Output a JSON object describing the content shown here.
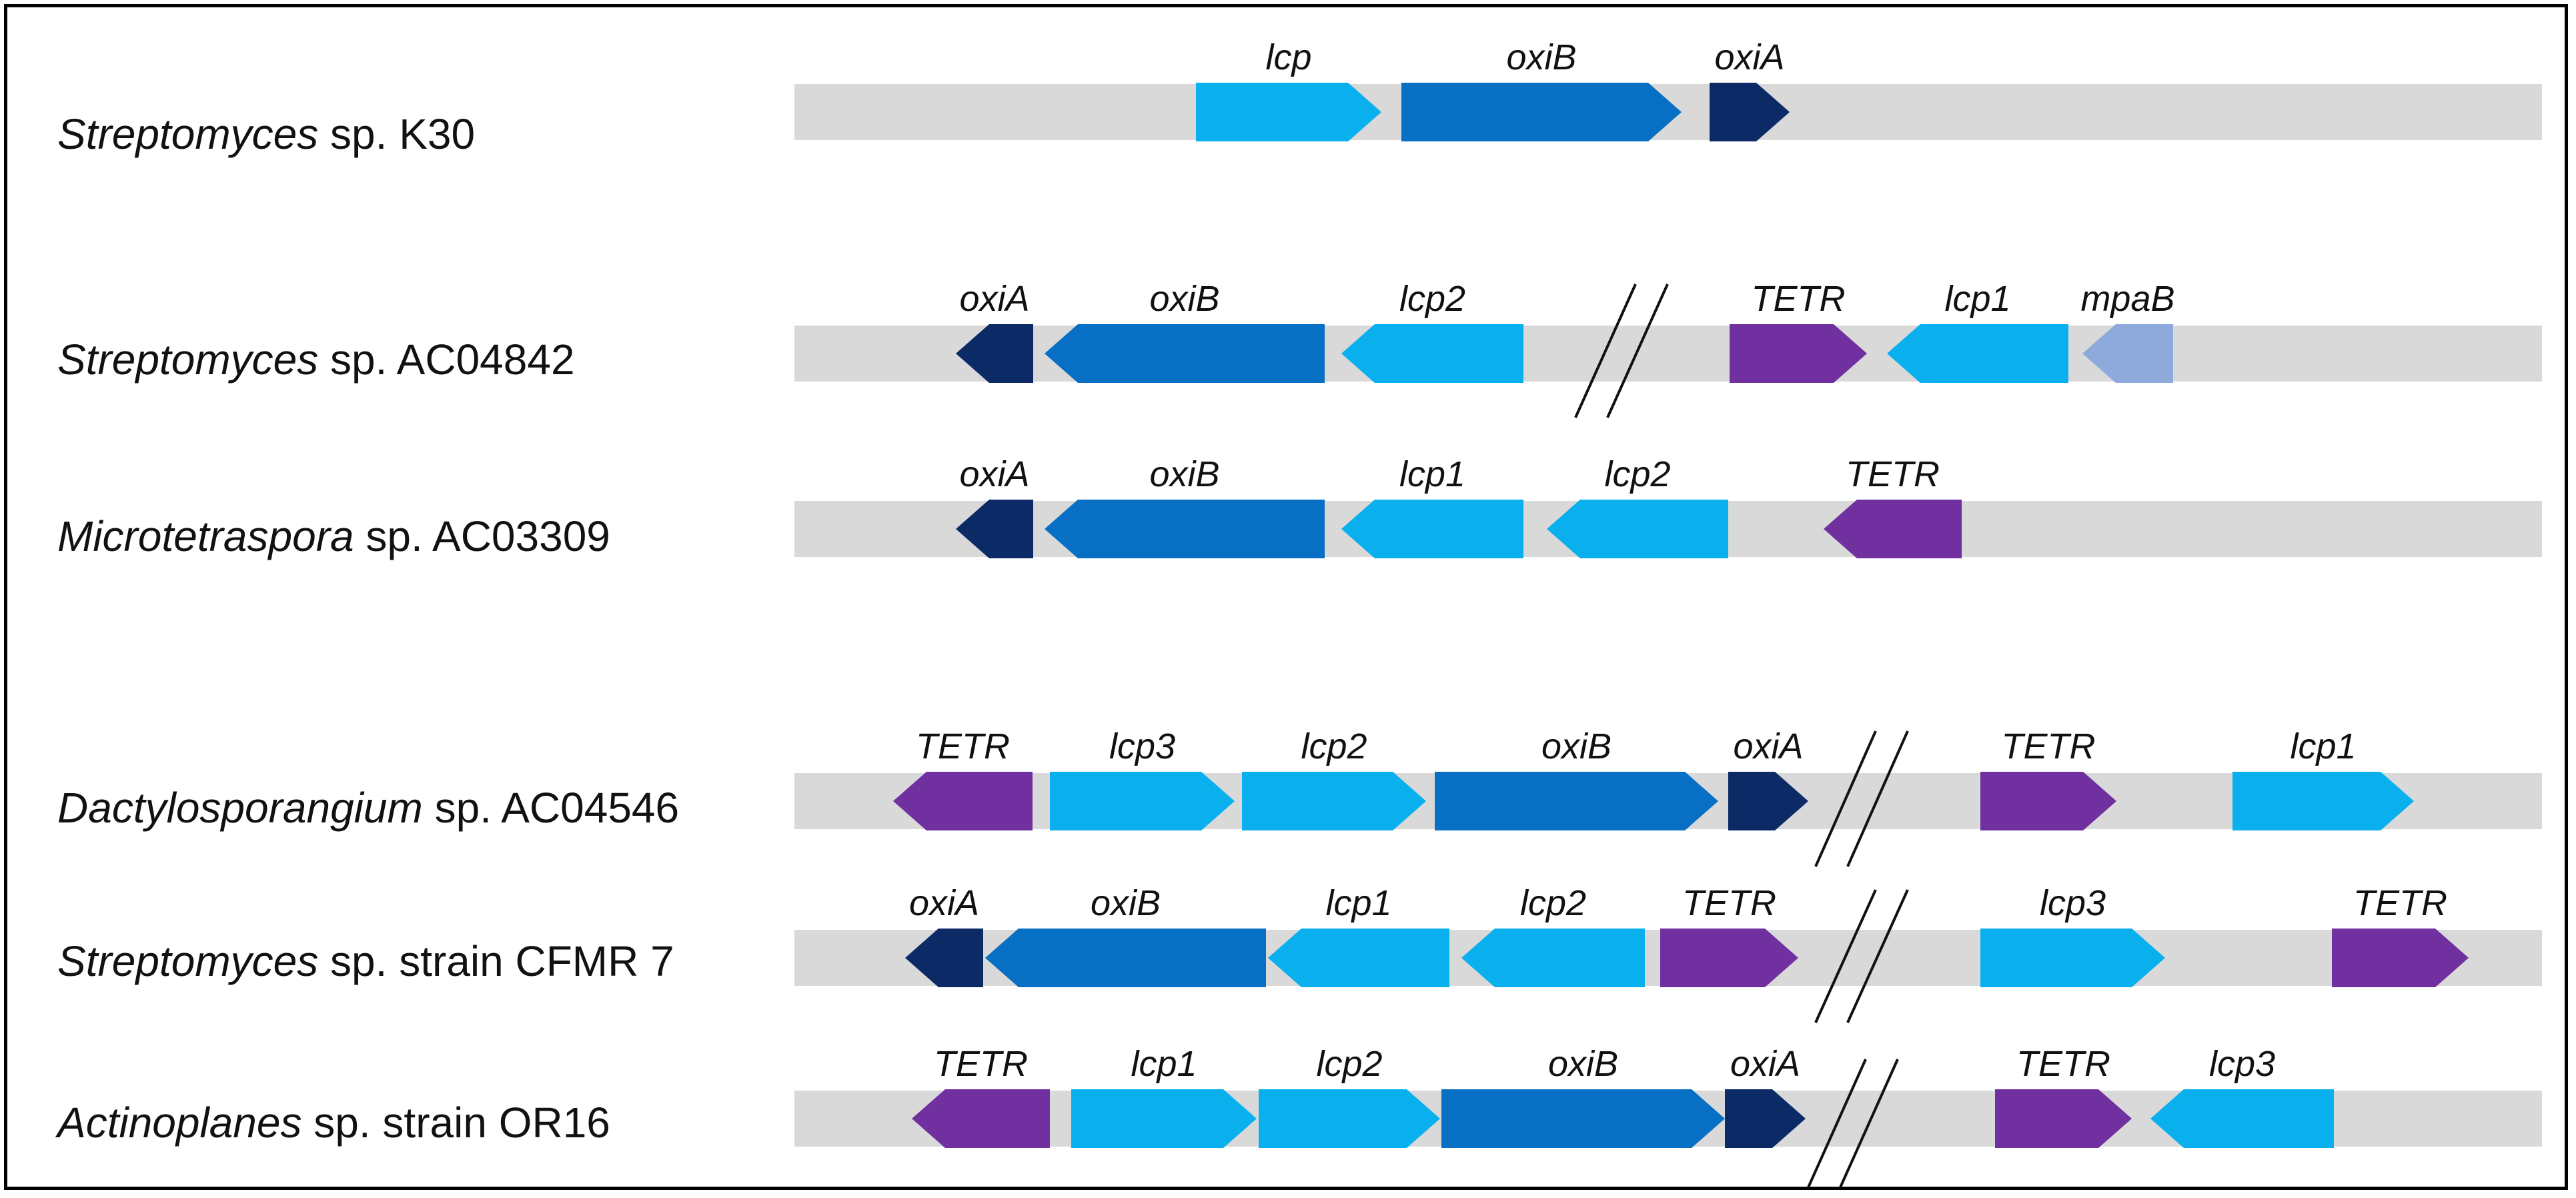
{
  "colors": {
    "backbone": "#d9d9d9",
    "oxiA": "#0b2a66",
    "oxiB": "#0870c4",
    "lcp": "#0ab0ee",
    "TETR": "#7030a0",
    "mpaB": "#8eaadd",
    "break_marks": "#111111"
  },
  "organisms": [
    {
      "genus": "Streptomyces",
      "rest": "sp. K30",
      "genes": [
        {
          "name": "lcp",
          "type": "lcp",
          "strand": "+"
        },
        {
          "name": "oxiB",
          "type": "oxiB",
          "strand": "+"
        },
        {
          "name": "oxiA",
          "type": "oxiA",
          "strand": "+"
        }
      ],
      "break_marks": false
    },
    {
      "genus": "Streptomyces",
      "rest": "sp. AC04842",
      "genes": [
        {
          "name": "oxiA",
          "type": "oxiA",
          "strand": "-"
        },
        {
          "name": "oxiB",
          "type": "oxiB",
          "strand": "-"
        },
        {
          "name": "lcp2",
          "type": "lcp",
          "strand": "-"
        },
        {
          "name": "TETR",
          "type": "TETR",
          "strand": "+"
        },
        {
          "name": "lcp1",
          "type": "lcp",
          "strand": "-"
        },
        {
          "name": "mpaB",
          "type": "mpaB",
          "strand": "-"
        }
      ],
      "break_marks": true
    },
    {
      "genus": "Microtetraspora",
      "rest": "sp. AC03309",
      "genes": [
        {
          "name": "oxiA",
          "type": "oxiA",
          "strand": "-"
        },
        {
          "name": "oxiB",
          "type": "oxiB",
          "strand": "-"
        },
        {
          "name": "lcp1",
          "type": "lcp",
          "strand": "-"
        },
        {
          "name": "lcp2",
          "type": "lcp",
          "strand": "-"
        },
        {
          "name": "TETR",
          "type": "TETR",
          "strand": "-"
        }
      ],
      "break_marks": false
    },
    {
      "genus": "Dactylosporangium",
      "rest": "sp. AC04546",
      "genes": [
        {
          "name": "TETR",
          "type": "TETR",
          "strand": "-"
        },
        {
          "name": "lcp3",
          "type": "lcp",
          "strand": "+"
        },
        {
          "name": "lcp2",
          "type": "lcp",
          "strand": "+"
        },
        {
          "name": "oxiB",
          "type": "oxiB",
          "strand": "+"
        },
        {
          "name": "oxiA",
          "type": "oxiA",
          "strand": "+"
        },
        {
          "name": "TETR",
          "type": "TETR",
          "strand": "+"
        },
        {
          "name": "lcp1",
          "type": "lcp",
          "strand": "+"
        }
      ],
      "break_marks": true
    },
    {
      "genus": "Streptomyces",
      "rest": "sp. strain CFMR 7",
      "genes": [
        {
          "name": "oxiA",
          "type": "oxiA",
          "strand": "-"
        },
        {
          "name": "oxiB",
          "type": "oxiB",
          "strand": "-"
        },
        {
          "name": "lcp1",
          "type": "lcp",
          "strand": "-"
        },
        {
          "name": "lcp2",
          "type": "lcp",
          "strand": "-"
        },
        {
          "name": "TETR",
          "type": "TETR",
          "strand": "+"
        },
        {
          "name": "lcp3",
          "type": "lcp",
          "strand": "+"
        },
        {
          "name": "TETR",
          "type": "TETR",
          "strand": "+"
        }
      ],
      "break_marks": true
    },
    {
      "genus": "Actinoplanes",
      "rest": "sp. strain OR16",
      "genes": [
        {
          "name": "TETR",
          "type": "TETR",
          "strand": "-"
        },
        {
          "name": "lcp1",
          "type": "lcp",
          "strand": "+"
        },
        {
          "name": "lcp2",
          "type": "lcp",
          "strand": "+"
        },
        {
          "name": "oxiB",
          "type": "oxiB",
          "strand": "+"
        },
        {
          "name": "oxiA",
          "type": "oxiA",
          "strand": "+"
        },
        {
          "name": "TETR",
          "type": "TETR",
          "strand": "+"
        },
        {
          "name": "lcp3",
          "type": "lcp",
          "strand": "-"
        }
      ],
      "break_marks": true
    }
  ]
}
